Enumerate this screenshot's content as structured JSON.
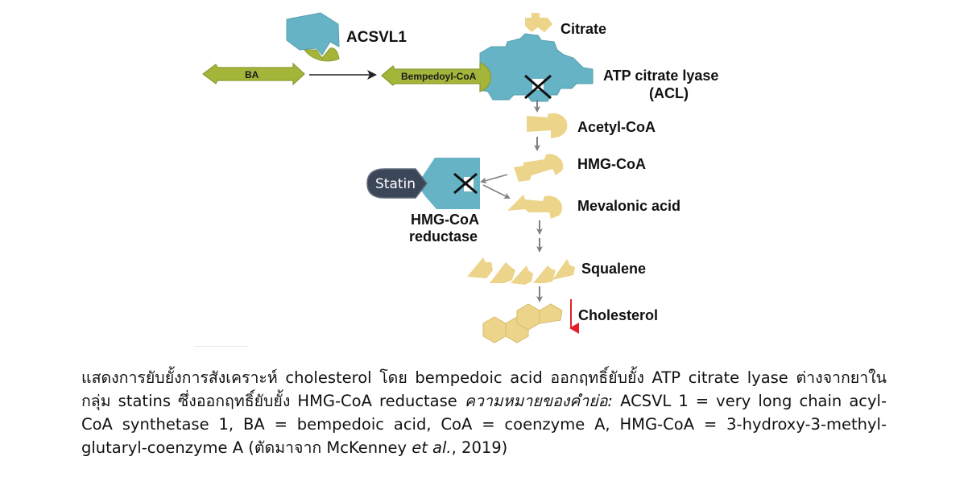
{
  "diagram": {
    "labels": {
      "acsvl1": "ACSVL1",
      "ba": "BA",
      "bempedoyl_coa": "Bempedoyl-CoA",
      "citrate": "Citrate",
      "acl_line1": "ATP citrate lyase",
      "acl_line2": "(ACL)",
      "acetyl_coa": "Acetyl-CoA",
      "hmg_coa": "HMG-CoA",
      "statin": "Statin",
      "mevalonic_acid": "Mevalonic acid",
      "hmgcr_line1": "HMG-CoA",
      "hmgcr_line2": "reductase",
      "squalene": "Squalene",
      "cholesterol": "Cholesterol"
    },
    "colors": {
      "enzyme_blue": "#66b3c5",
      "substrate_green": "#a4b53a",
      "metabolite_yellow": "#ecd48a",
      "statin_navy": "#3b4659",
      "arrow_gray": "#7f8085",
      "decrease_red": "#e3202a"
    }
  },
  "caption": {
    "part1": "แสดงการยับยั้งการสังเคราะห์ cholesterol โดย bempedoic acid ออกฤทธิ์ยับยั้ง ATP citrate lyase ต่างจากยาในกลุ่ม statins ซึ่งออกฤทธิ์ยับยั้ง HMG-CoA reductase ",
    "italic1": "ความหมายของคำย่อ:",
    "part2": " ACSVL 1 = very long chain acyl-CoA synthetase 1, BA = bempedoic acid, CoA = coenzyme A, HMG-CoA = 3-hydroxy-3-methyl-glutaryl-coenzyme A (ตัดมาจาก McKenney ",
    "italic2": "et al.",
    "part3": ", 2019)"
  }
}
